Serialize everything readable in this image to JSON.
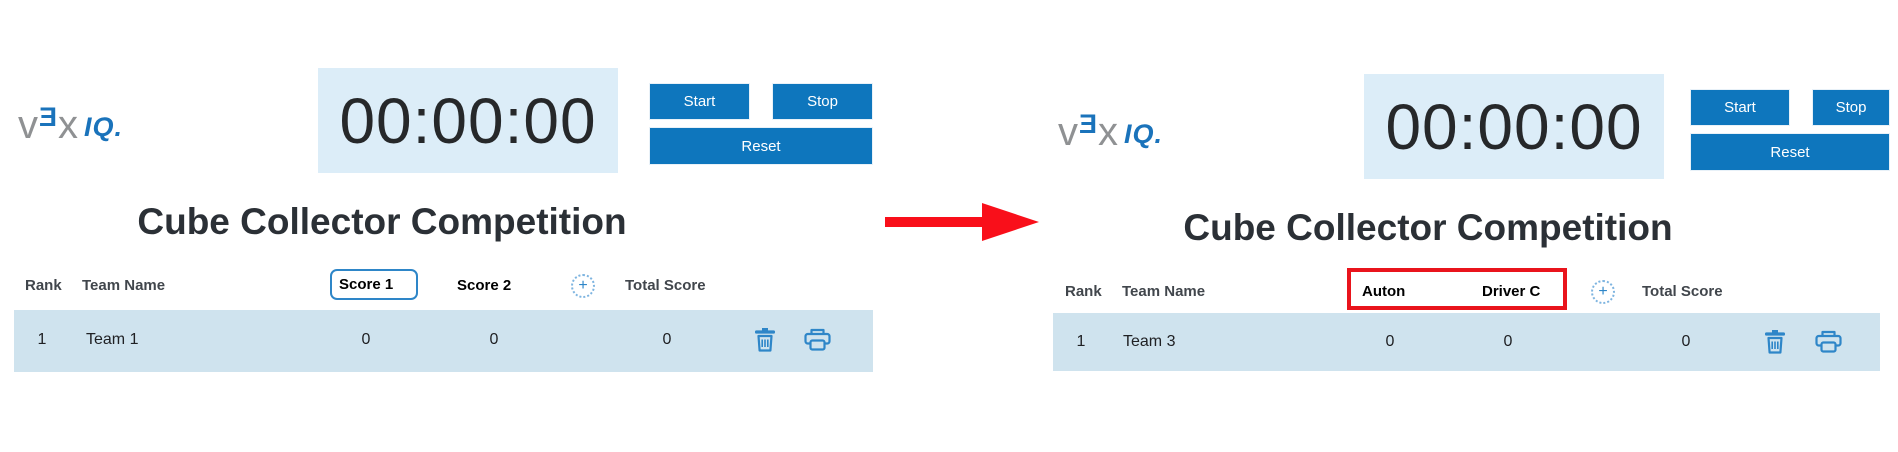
{
  "colors": {
    "accent_blue": "#0e76bd",
    "icon_blue": "#2e86c8",
    "timer_bg": "#dcedf8",
    "row_bg": "#cfe3ee",
    "score1_outline_blue": "#2e86c8",
    "highlight_red": "#e9141c",
    "arrow_red": "#f90f1a",
    "logo_gray": "#8f9193",
    "logo_blue": "#1a73bb"
  },
  "brand": {
    "v": "v",
    "e": "Ǝ",
    "x": "x",
    "iq": "IQ."
  },
  "panels": {
    "left": {
      "timer": "00:00:00",
      "buttons": {
        "start": "Start",
        "stop": "Stop",
        "reset": "Reset"
      },
      "title": "Cube Collector Competition",
      "table": {
        "headers": {
          "rank": "Rank",
          "team": "Team Name",
          "score1": "Score 1",
          "score2": "Score 2",
          "total": "Total Score"
        },
        "add_column": "+",
        "row": {
          "rank": "1",
          "team": "Team 1",
          "score1": "0",
          "score2": "0",
          "total": "0"
        }
      }
    },
    "right": {
      "timer": "00:00:00",
      "buttons": {
        "start": "Start",
        "stop": "Stop",
        "reset": "Reset"
      },
      "title": "Cube Collector Competition",
      "table": {
        "headers": {
          "rank": "Rank",
          "team": "Team Name",
          "score1": "Auton",
          "score2": "Driver C",
          "total": "Total Score"
        },
        "add_column": "+",
        "row": {
          "rank": "1",
          "team": "Team 3",
          "score1": "0",
          "score2": "0",
          "total": "0"
        }
      }
    }
  }
}
